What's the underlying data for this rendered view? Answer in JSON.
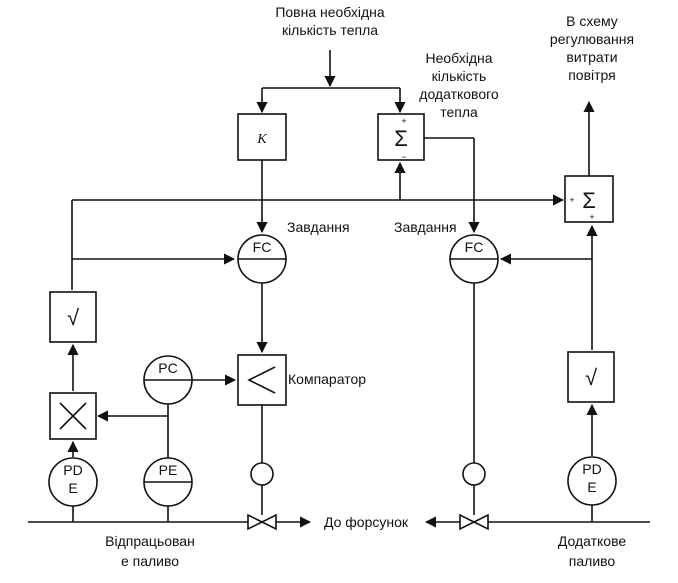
{
  "inputs": {
    "total_heat": [
      "Повна необхідна",
      "кількість тепла"
    ],
    "additional_heat": [
      "Необхідна",
      "кількість",
      "додаткового",
      "тепла"
    ]
  },
  "output": {
    "air_scheme": [
      "В схему",
      "регулювання",
      "витрати",
      "повітря"
    ]
  },
  "blocks": {
    "k": "K",
    "sum_top": "Σ",
    "sum_right": "Σ",
    "sqrt_left": "√",
    "sqrt_right": "√",
    "multiply": "╳",
    "comparator": "<",
    "comparator_label": "Компаратор",
    "plus": "+",
    "minus": "−"
  },
  "instruments": {
    "fc_left": "FC",
    "fc_right": "FC",
    "pc": "PC",
    "pe": "PE",
    "pde_left": [
      "PD",
      "E"
    ],
    "pde_right": [
      "PD",
      "E"
    ]
  },
  "labels": {
    "task_left": "Завдання",
    "task_right": "Завдання",
    "to_burners": "До форсунок",
    "waste_fuel": [
      "Відпрацьован",
      "е паливо"
    ],
    "additional_fuel": [
      "Додаткове",
      "паливо"
    ]
  }
}
